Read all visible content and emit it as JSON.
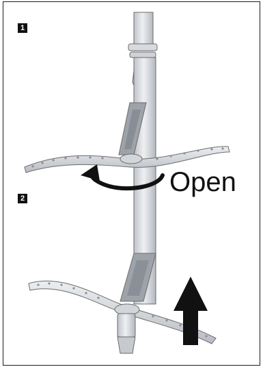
{
  "steps": [
    {
      "number": "1"
    },
    {
      "number": "2"
    }
  ],
  "annotation": {
    "open_label": "Open",
    "rotation_arrow_icon": "counter-clockwise-curved-arrow",
    "lift_arrow_icon": "up-arrow"
  },
  "colors": {
    "frame": "#1a1a1a",
    "line_art": "#6b6b6b",
    "fill_light": "#e4e6ea",
    "fill_mid": "#c9ccd1",
    "fill_dark": "#8d9096",
    "arrow": "#111111"
  }
}
